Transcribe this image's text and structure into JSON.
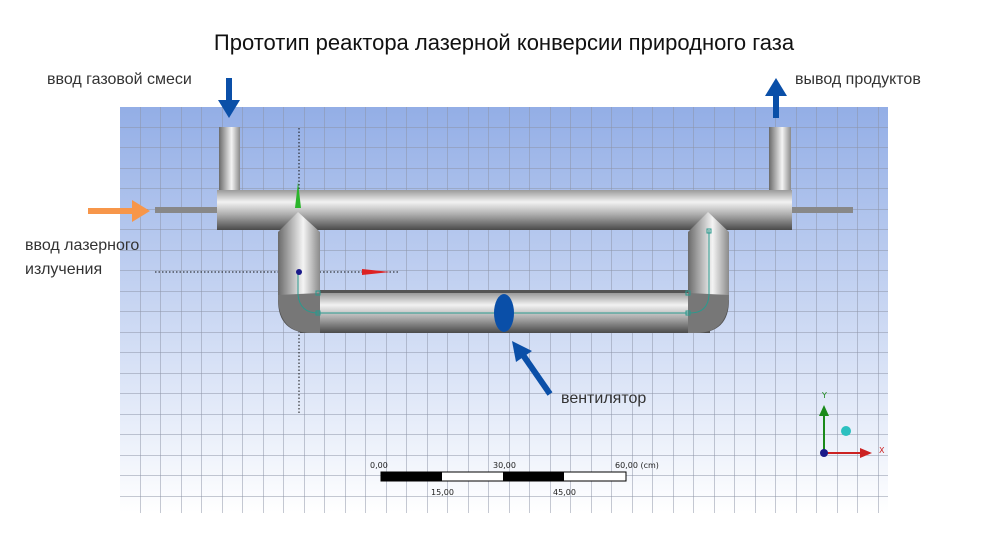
{
  "title": "Прототип реактора лазерной конверсии природного газа",
  "labels": {
    "gas_inlet": "ввод газовой смеси",
    "product_outlet": "вывод продуктов",
    "laser_input_line1": "ввод лазерного",
    "laser_input_line2": "излучения",
    "fan": "вентилятор"
  },
  "scale_bar": {
    "top_ticks": [
      "0,00",
      "30,00",
      "60,00 (cm)"
    ],
    "bottom_ticks": [
      "15,00",
      "45,00"
    ]
  },
  "axes": {
    "x": "X",
    "y": "Y"
  },
  "colors": {
    "blue_arrow": "#0a4fa8",
    "orange_arrow": "#f7964a",
    "fan": "#0a4fa8"
  }
}
